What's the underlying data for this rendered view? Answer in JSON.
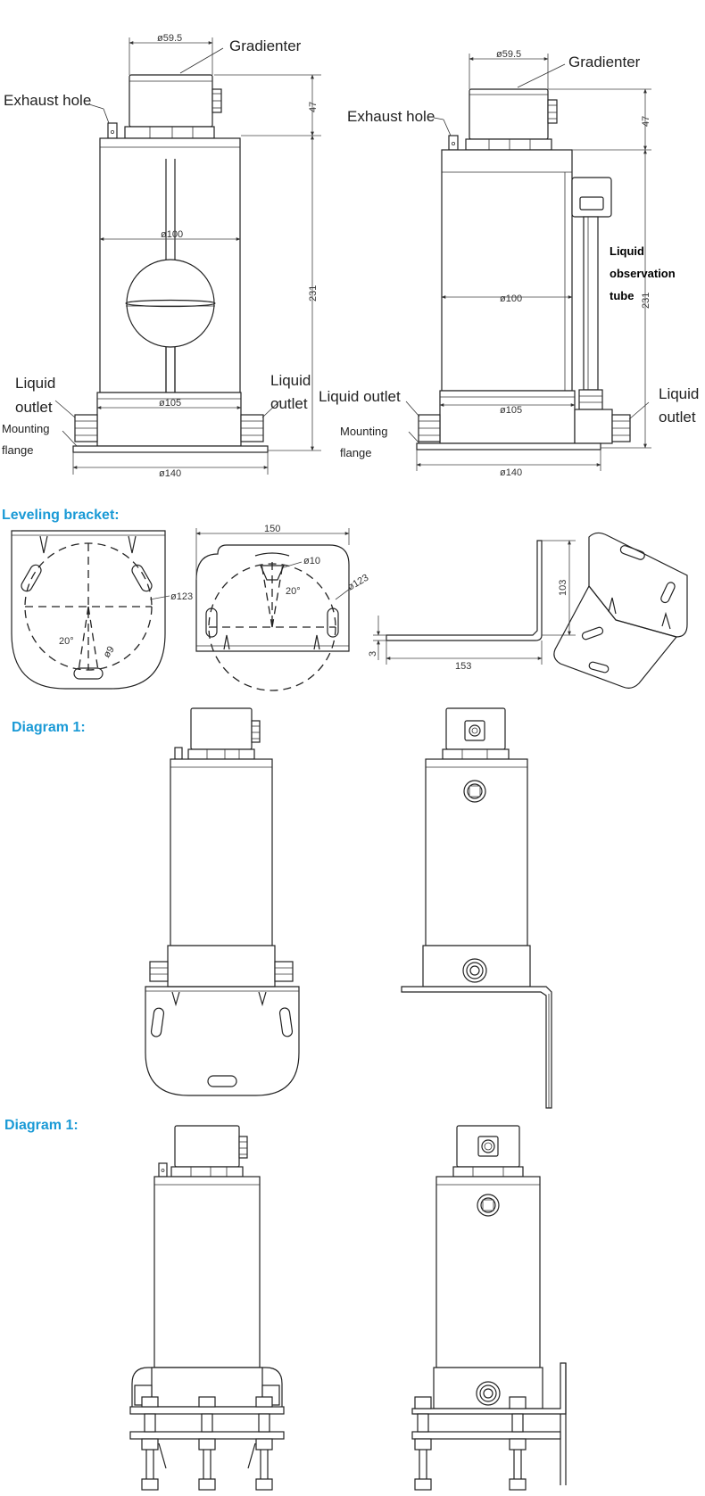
{
  "colors": {
    "heading": "#1a9ad6",
    "line": "#222222",
    "background": "#ffffff"
  },
  "front_view": {
    "gradienter": "Gradienter",
    "exhaust_hole": "Exhaust hole",
    "liquid_left_1": "Liquid",
    "liquid_left_2": "outlet",
    "liquid_right_1": "Liquid",
    "liquid_right_2": "outlet",
    "mounting_1": "Mounting",
    "mounting_2": "flange",
    "dim_top": "ø59.5",
    "dim_body": "ø100",
    "dim_base": "ø105",
    "dim_flange": "ø140",
    "dim_h1": "47",
    "dim_h2": "231"
  },
  "side_view": {
    "gradienter": "Gradienter",
    "exhaust_hole": "Exhaust hole",
    "tube_1": "Liquid",
    "tube_2": "observation",
    "tube_3": "tube",
    "liquid_outlet_left": "Liquid outlet",
    "liquid_right_1": "Liquid",
    "liquid_right_2": "outlet",
    "mounting_1": "Mounting",
    "mounting_2": "flange",
    "dim_top": "ø59.5",
    "dim_body": "ø100",
    "dim_base": "ø105",
    "dim_flange": "ø140",
    "dim_h1": "47",
    "dim_h2": "231"
  },
  "bracket": {
    "heading": "Leveling bracket:",
    "a_d123": "ø123",
    "a_angle": "20°",
    "a_d9": "ø9",
    "b_w150": "150",
    "b_d10": "ø10",
    "b_angle": "20°",
    "b_d123": "ø123",
    "c_h103": "103",
    "c_t3": "3",
    "c_w153": "153"
  },
  "diagram1": {
    "heading": "Diagram 1:"
  },
  "diagram2": {
    "heading": "Diagram 1:"
  }
}
